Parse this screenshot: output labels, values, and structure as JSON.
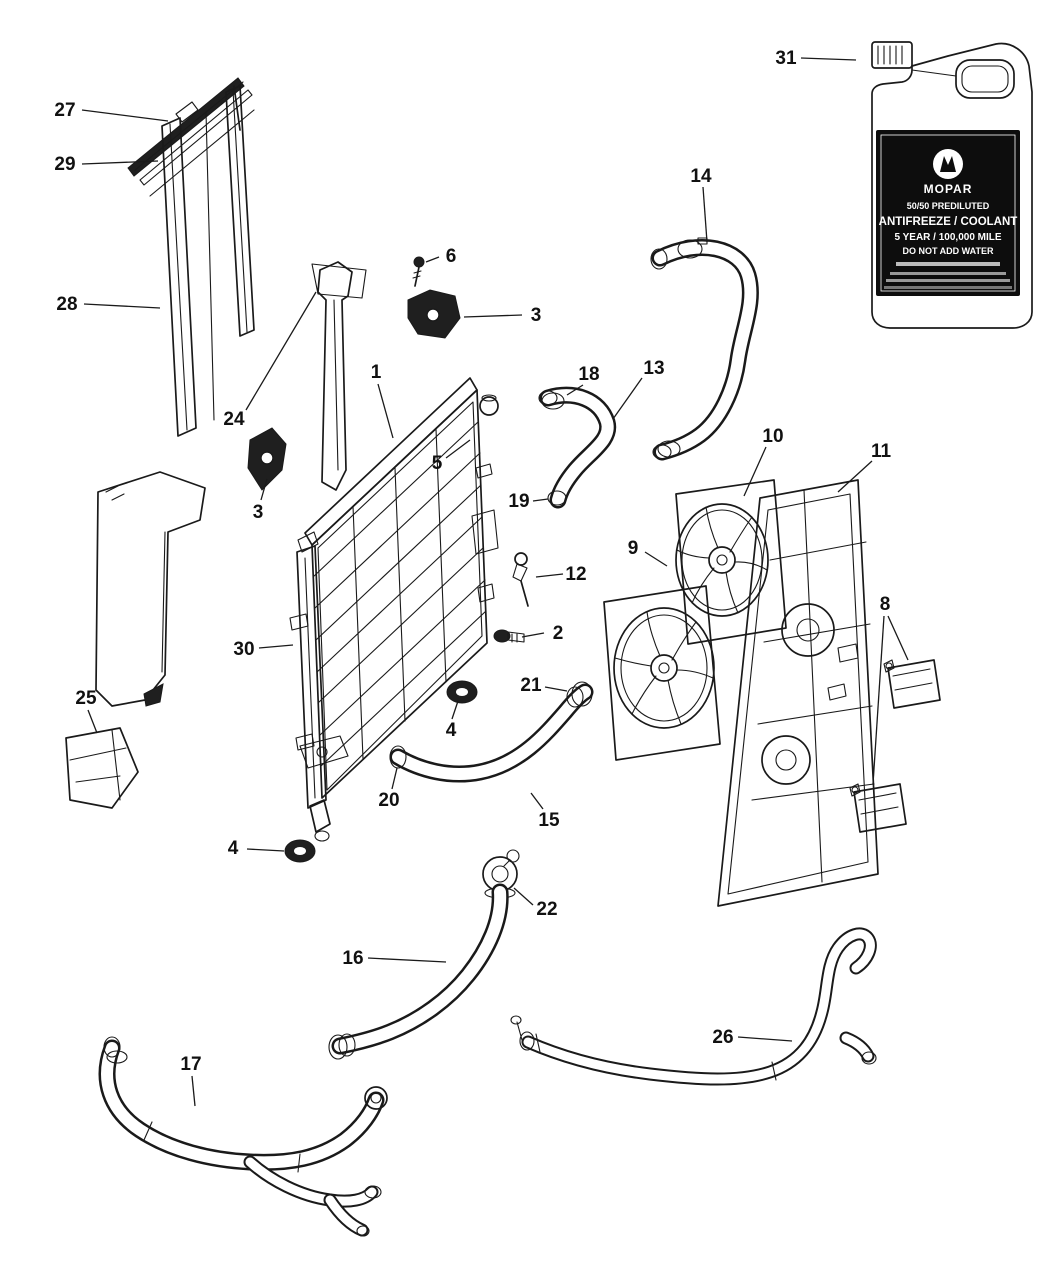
{
  "diagram": {
    "kind": "exploded-parts-diagram",
    "subject": "radiator-and-cooling"
  },
  "colors": {
    "background": "#ffffff",
    "line": "#1a1a1a",
    "label_bg": "#0d0d0d",
    "label_text": "#ffffff"
  },
  "callouts": [
    {
      "num": "31"
    },
    {
      "num": "27"
    },
    {
      "num": "29"
    },
    {
      "num": "28"
    },
    {
      "num": "14"
    },
    {
      "num": "6"
    },
    {
      "num": "3"
    },
    {
      "num": "1"
    },
    {
      "num": "18"
    },
    {
      "num": "13"
    },
    {
      "num": "24"
    },
    {
      "num": "5"
    },
    {
      "num": "10"
    },
    {
      "num": "11"
    },
    {
      "num": "19"
    },
    {
      "num": "3"
    },
    {
      "num": "9"
    },
    {
      "num": "12"
    },
    {
      "num": "8"
    },
    {
      "num": "2"
    },
    {
      "num": "30"
    },
    {
      "num": "21"
    },
    {
      "num": "25"
    },
    {
      "num": "4"
    },
    {
      "num": "20"
    },
    {
      "num": "15"
    },
    {
      "num": "4"
    },
    {
      "num": "22"
    },
    {
      "num": "16"
    },
    {
      "num": "26"
    },
    {
      "num": "17"
    }
  ],
  "jug_label": {
    "brand": "MOPAR",
    "line1": "50/50 PREDILUTED",
    "line2": "ANTIFREEZE / COOLANT",
    "line3": "5 YEAR / 100,000 MILE",
    "line4": "DO NOT ADD WATER"
  }
}
